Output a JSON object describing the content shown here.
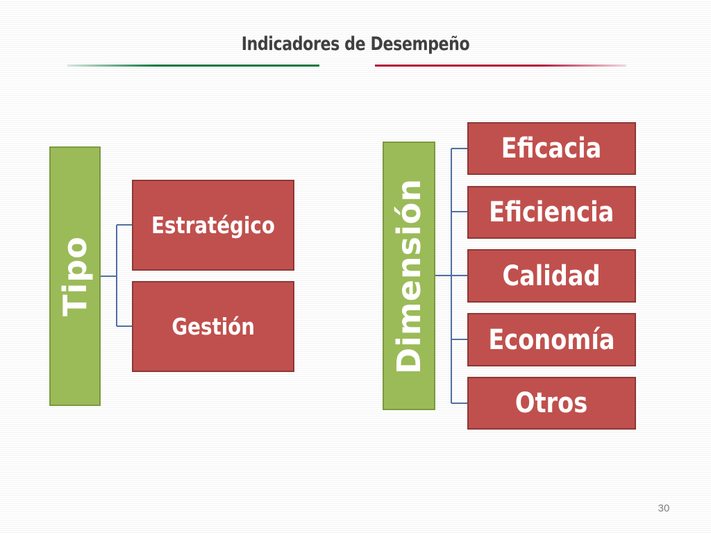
{
  "slide": {
    "title": "Indicadores de Desempeño",
    "page_number": "30"
  },
  "diagram_left": {
    "root": "Tipo",
    "children": [
      "Estratégico",
      "Gestión"
    ]
  },
  "diagram_right": {
    "root": "Dimensión",
    "children": [
      "Eficacia",
      "Eficiencia",
      "Calidad",
      "Economía",
      "Otros"
    ]
  },
  "colors": {
    "root_fill": "#9bbb59",
    "child_fill": "#c0504d",
    "connector": "#4f6f9f",
    "rule_left": "#0b7a3e",
    "rule_right": "#b3123a"
  }
}
